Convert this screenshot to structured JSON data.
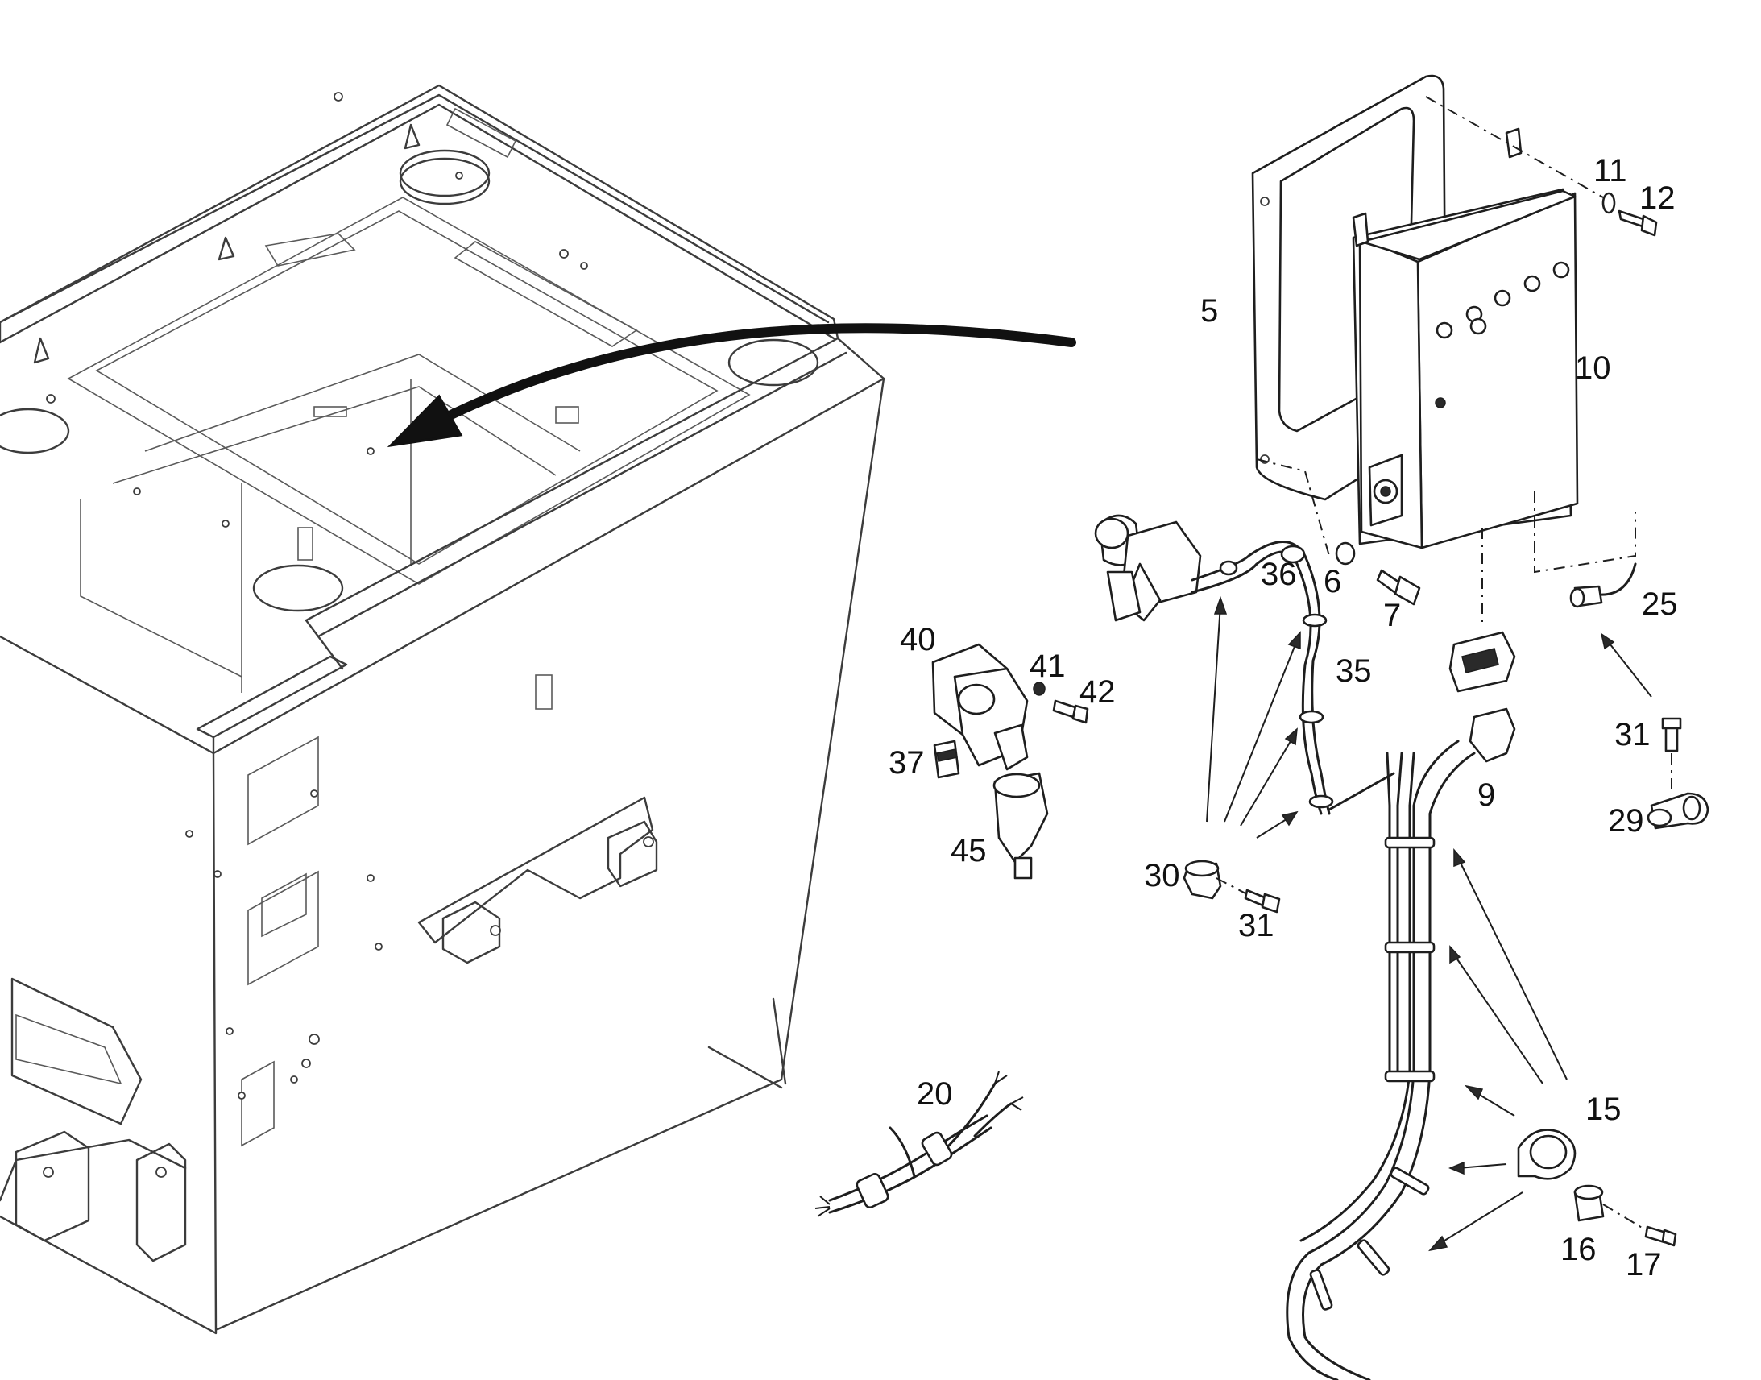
{
  "diagram": {
    "callouts": [
      {
        "id": "5",
        "text": "5"
      },
      {
        "id": "6",
        "text": "6"
      },
      {
        "id": "7",
        "text": "7"
      },
      {
        "id": "9",
        "text": "9"
      },
      {
        "id": "10",
        "text": "10"
      },
      {
        "id": "11",
        "text": "11"
      },
      {
        "id": "12",
        "text": "12"
      },
      {
        "id": "15",
        "text": "15"
      },
      {
        "id": "16",
        "text": "16"
      },
      {
        "id": "17",
        "text": "17"
      },
      {
        "id": "20",
        "text": "20"
      },
      {
        "id": "25",
        "text": "25"
      },
      {
        "id": "29",
        "text": "29"
      },
      {
        "id": "30",
        "text": "30"
      },
      {
        "id": "31a",
        "text": "31"
      },
      {
        "id": "31b",
        "text": "31"
      },
      {
        "id": "35",
        "text": "35"
      },
      {
        "id": "36",
        "text": "36"
      },
      {
        "id": "37",
        "text": "37"
      },
      {
        "id": "40",
        "text": "40"
      },
      {
        "id": "41",
        "text": "41"
      },
      {
        "id": "42",
        "text": "42"
      },
      {
        "id": "45",
        "text": "45"
      }
    ]
  }
}
